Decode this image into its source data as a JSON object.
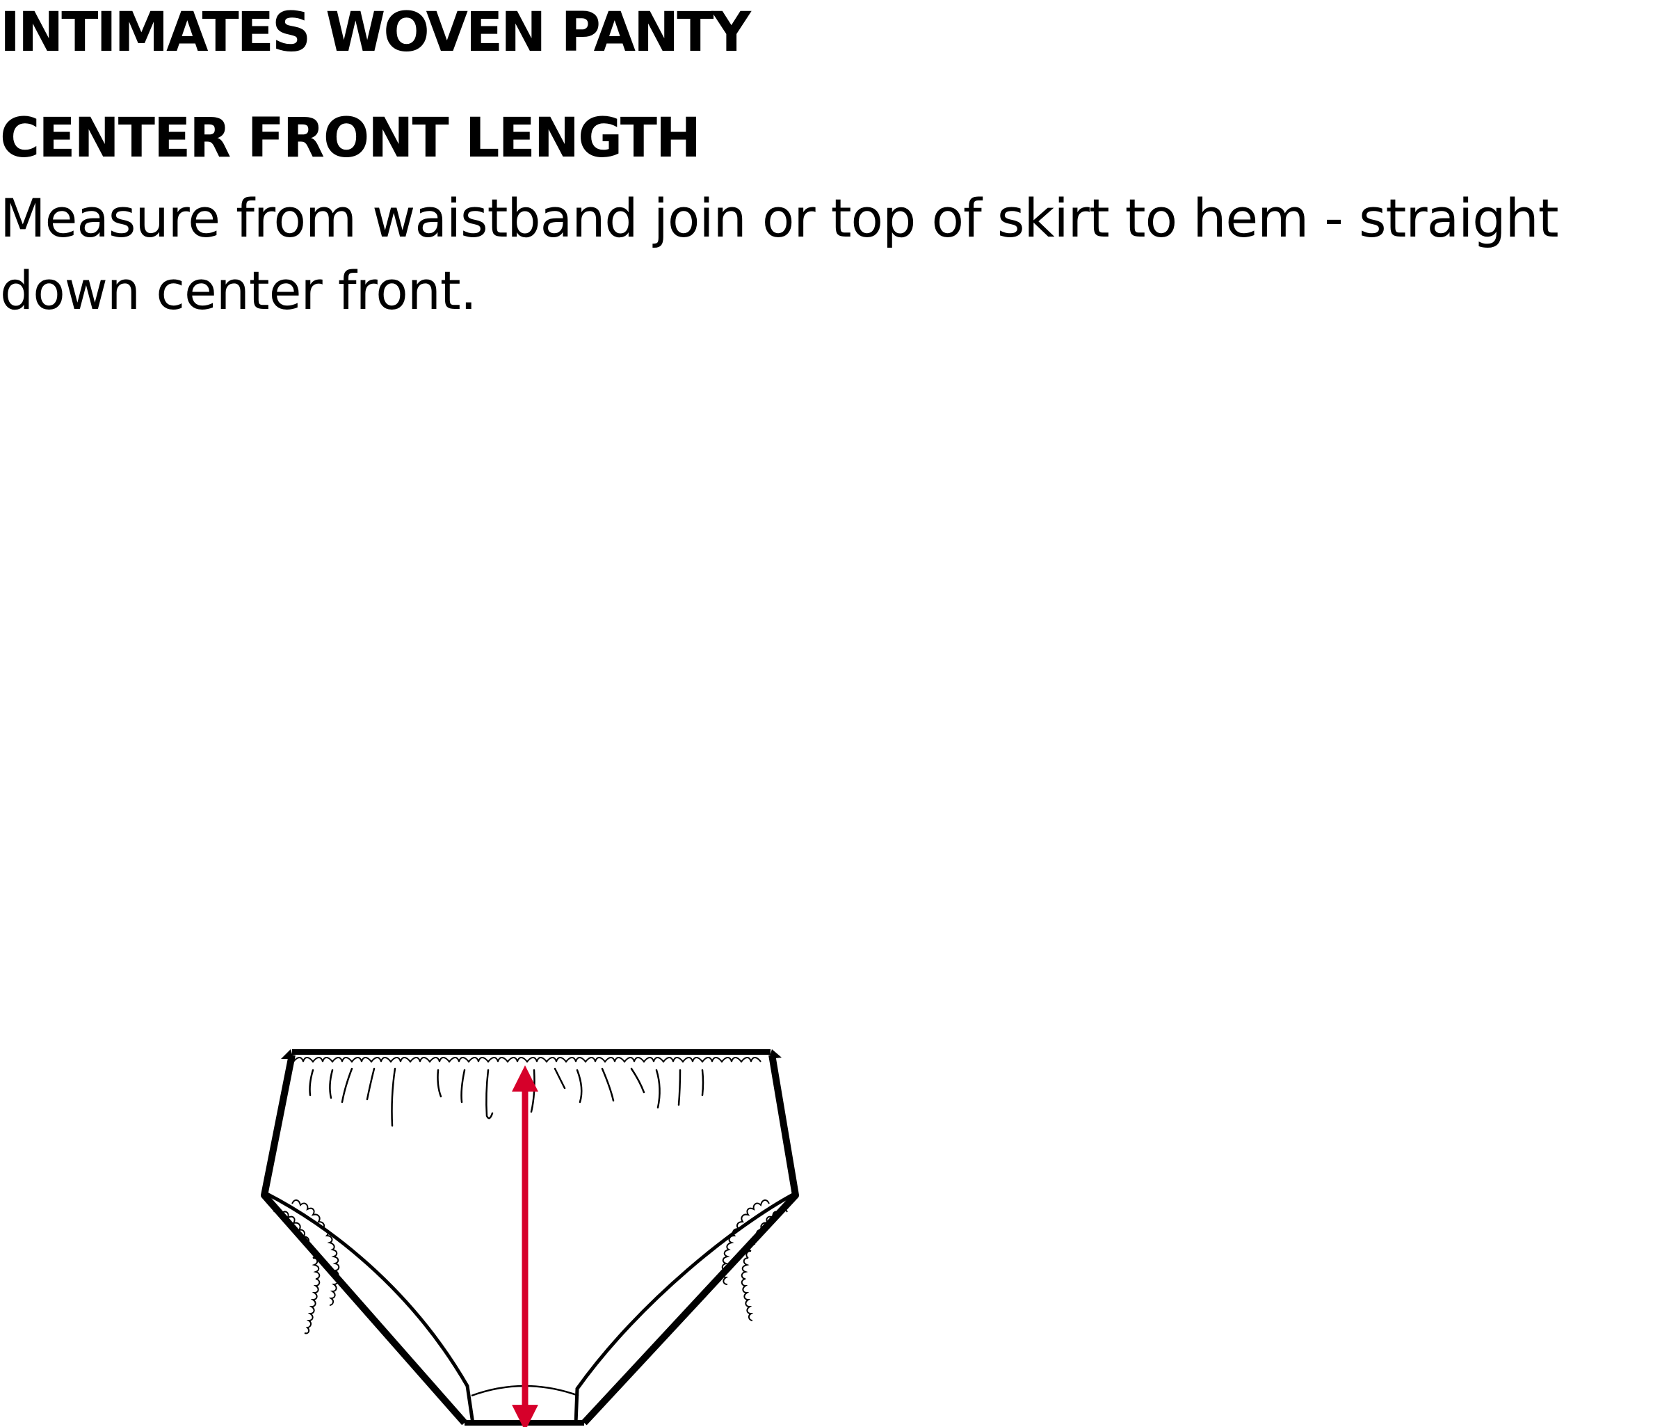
{
  "document": {
    "title": "INTIMATES WOVEN PANTY",
    "measurement": {
      "name": "CENTER FRONT LENGTH",
      "instructions": "Measure from waistband join or top of skirt to hem - straight down center front."
    }
  },
  "illustration": {
    "garment": "woven panty (front view)",
    "arrow_color": "#d6002a",
    "outline_color": "#000000"
  }
}
